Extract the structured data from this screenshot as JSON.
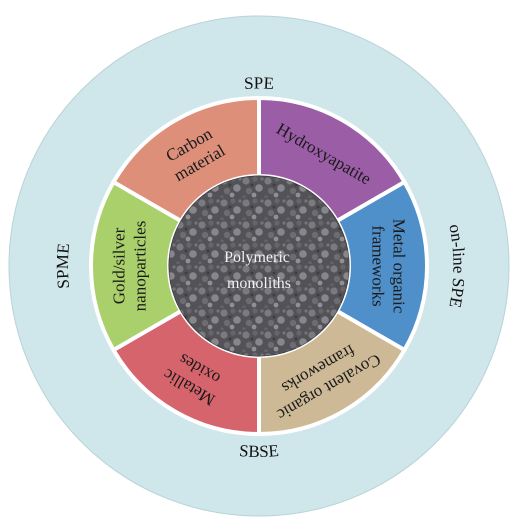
{
  "outer_ring": {
    "color": "#cfe6ea",
    "labels": {
      "top": "SPE",
      "bottom": "SBSE",
      "left": "SPME",
      "right": "on-line SPE"
    }
  },
  "sectors": [
    {
      "id": "hydroxyapatite",
      "lines": [
        "Hydroxyapatite"
      ],
      "color": "#9b5ea6"
    },
    {
      "id": "mof",
      "lines": [
        "Metal organic",
        "frameworks"
      ],
      "color": "#4f8fca"
    },
    {
      "id": "cof",
      "lines": [
        "Covalent organic",
        "frameworks"
      ],
      "color": "#cdb995"
    },
    {
      "id": "metallic-oxides",
      "lines": [
        "Metallic",
        "oxides"
      ],
      "color": "#d6646c"
    },
    {
      "id": "gold-silver",
      "lines": [
        "Gold/silver",
        "nanoparticles"
      ],
      "color": "#a9d06a"
    },
    {
      "id": "carbon",
      "lines": [
        "Carbon",
        "material"
      ],
      "color": "#dd8f7a"
    }
  ],
  "center": {
    "lines": [
      "Polymeric",
      "monoliths"
    ],
    "color": "#4a4a4e"
  }
}
